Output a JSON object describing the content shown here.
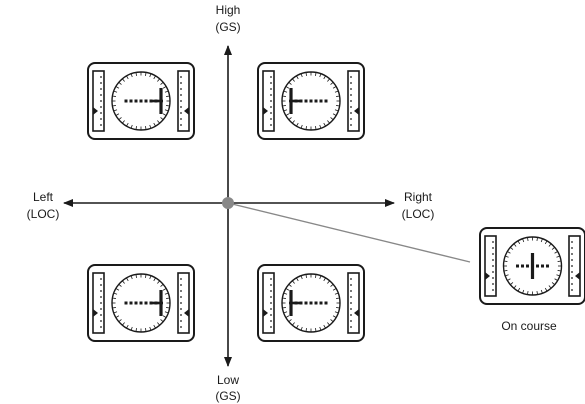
{
  "axes": {
    "top_line1": "High",
    "top_line2": "(GS)",
    "bottom_line1": "Low",
    "bottom_line2": "(GS)",
    "left_line1": "Left",
    "left_line2": "(LOC)",
    "right_line1": "Right",
    "right_line2": "(LOC)"
  },
  "on_course_label": "On course",
  "colors": {
    "ink": "#1a1a1a",
    "origin": "#888888",
    "pointer": "#888888"
  },
  "instruments": [
    {
      "id": "high-left",
      "deviation": "fly-up-left"
    },
    {
      "id": "high-right",
      "deviation": "fly-up-right"
    },
    {
      "id": "low-left",
      "deviation": "fly-down-left"
    },
    {
      "id": "low-right",
      "deviation": "fly-down-right"
    },
    {
      "id": "on-course",
      "deviation": "centered"
    }
  ]
}
